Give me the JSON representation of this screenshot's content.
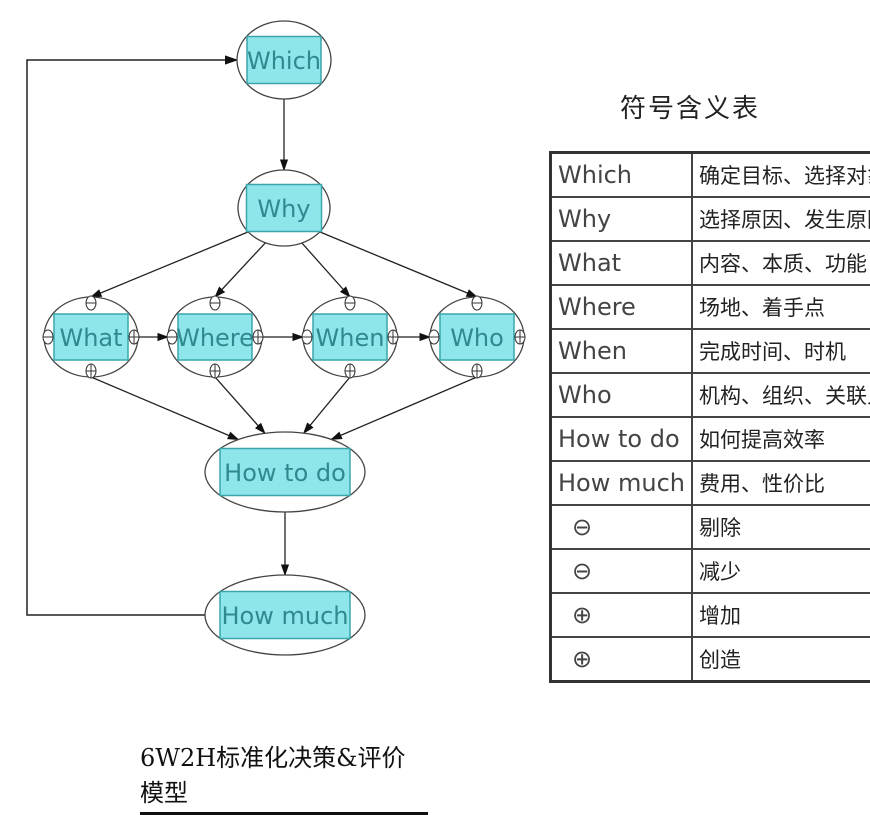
{
  "diagram": {
    "nodes": [
      {
        "id": "which",
        "label": "Which"
      },
      {
        "id": "why",
        "label": "Why"
      },
      {
        "id": "what",
        "label": "What"
      },
      {
        "id": "where",
        "label": "Where"
      },
      {
        "id": "when",
        "label": "When"
      },
      {
        "id": "who",
        "label": "Who"
      },
      {
        "id": "how_to_do",
        "label": "How to do"
      },
      {
        "id": "how_much",
        "label": "How much"
      }
    ],
    "edges": [
      {
        "from": "which",
        "to": "why"
      },
      {
        "from": "why",
        "to": "what"
      },
      {
        "from": "why",
        "to": "where"
      },
      {
        "from": "why",
        "to": "when"
      },
      {
        "from": "why",
        "to": "who"
      },
      {
        "from": "what",
        "to": "where"
      },
      {
        "from": "where",
        "to": "when"
      },
      {
        "from": "when",
        "to": "who"
      },
      {
        "from": "what",
        "to": "how_to_do"
      },
      {
        "from": "where",
        "to": "how_to_do"
      },
      {
        "from": "when",
        "to": "how_to_do"
      },
      {
        "from": "who",
        "to": "how_to_do"
      },
      {
        "from": "how_to_do",
        "to": "how_much"
      },
      {
        "from": "how_much",
        "to": "which",
        "type": "feedback"
      }
    ],
    "node_colors": {
      "fill": "#8ee6ea",
      "stroke": "#3aa6ab",
      "text": "#2e8a8f"
    }
  },
  "legend": {
    "title": "符号含义表",
    "rows": [
      {
        "symbol": "Which",
        "meaning": "确定目标、选择对象"
      },
      {
        "symbol": "Why",
        "meaning": "选择原因、发生原因"
      },
      {
        "symbol": "What",
        "meaning": "内容、本质、功能"
      },
      {
        "symbol": "Where",
        "meaning": "场地、着手点"
      },
      {
        "symbol": "When",
        "meaning": "完成时间、时机"
      },
      {
        "symbol": "Who",
        "meaning": "机构、组织、关联人"
      },
      {
        "symbol": "How to do",
        "meaning": "如何提高效率"
      },
      {
        "symbol": "How much",
        "meaning": "费用、性价比"
      },
      {
        "symbol_icon": "minus-circle-icon",
        "symbol": "⊖",
        "meaning": "剔除"
      },
      {
        "symbol_icon": "minus-circle-icon",
        "symbol": "⊖",
        "meaning": "减少"
      },
      {
        "symbol_icon": "plus-circle-icon",
        "symbol": "⊕",
        "meaning": "增加"
      },
      {
        "symbol_icon": "plus-circle-icon",
        "symbol": "⊕",
        "meaning": "创造"
      }
    ]
  },
  "footer": {
    "title": "6W2H标准化决策&评价模型"
  }
}
